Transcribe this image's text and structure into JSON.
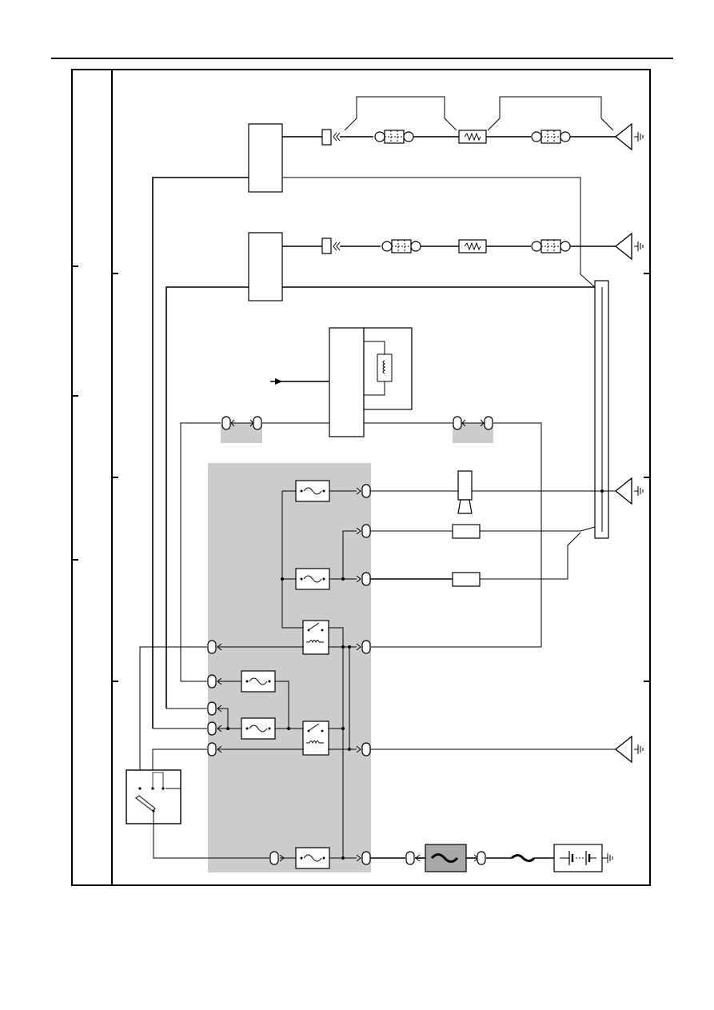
{
  "diagram": {
    "title": "",
    "colors": {
      "line": "#000000",
      "relay_block_shade": "#cccccc",
      "fusible_link_shade": "#a8a8a8",
      "background": "#ffffff"
    },
    "components": [
      {
        "kind": "control-module",
        "icon": "module-box-icon"
      },
      {
        "kind": "control-module",
        "icon": "module-box-icon"
      },
      {
        "kind": "relay-module-with-coil",
        "icon": "coil-icon"
      },
      {
        "kind": "fuse",
        "icon": "fuse-icon"
      },
      {
        "kind": "relay",
        "icon": "relay-icon"
      },
      {
        "kind": "ignition-switch",
        "icon": "ignition-switch-icon"
      },
      {
        "kind": "fusible-link",
        "icon": "fusible-link-icon"
      },
      {
        "kind": "battery",
        "icon": "battery-icon"
      },
      {
        "kind": "ground",
        "icon": "ground-icon"
      },
      {
        "kind": "heater-resistor",
        "icon": "resistor-icon"
      },
      {
        "kind": "in-line-connector",
        "icon": "connector-icon"
      },
      {
        "kind": "sensor",
        "icon": "sensor-icon"
      },
      {
        "kind": "injector",
        "icon": "injector-icon"
      }
    ]
  }
}
